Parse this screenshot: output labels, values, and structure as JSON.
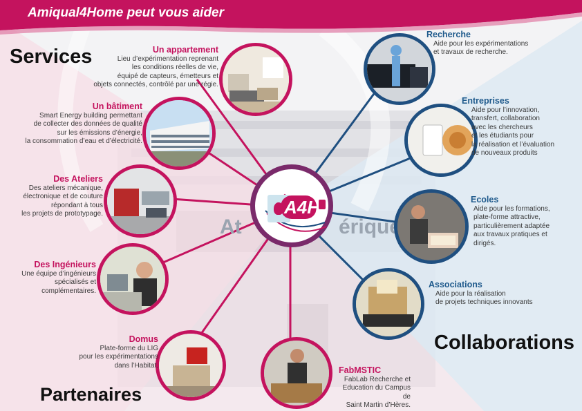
{
  "banner": {
    "title": "Amiqual4Home peut vous aider"
  },
  "sections": {
    "services": "Services",
    "collaborations": "Collaborations",
    "partenaires": "Partenaires"
  },
  "logo": {
    "text": "A4H"
  },
  "building_sign": {
    "left": "At",
    "right": "érique"
  },
  "services": [
    {
      "title": "Un appartement",
      "desc": "Lieu d’expérimentation reprenant\nles conditions réelles de vie,\néquipé de capteurs, émetteurs et\nobjets connectés, contrôlé par une régie."
    },
    {
      "title": "Un bâtiment",
      "desc": "Smart Energy building permettant\nde collecter des données de qualité\nsur les émissions d’énergie,\nla consommation d’eau et d’électricité."
    },
    {
      "title": "Des Ateliers",
      "desc": "Des ateliers mécanique,\nélectronique et de couture\nrépondant à tous\nles projets de prototypage."
    },
    {
      "title": "Des Ingénieurs",
      "desc": "Une équipe d’ingénieurs\nspécialisés et\ncomplémentaires."
    }
  ],
  "collaborations": [
    {
      "title": "Recherche",
      "desc": "Aide pour les expérimentations\net travaux de recherche."
    },
    {
      "title": "Entreprises",
      "desc": "Aide pour l’innovation,\ntransfert, collaboration\navec les chercheurs\net les étudiants pour\nla réalisation et l’évaluation\nde nouveaux produits"
    },
    {
      "title": "Ecoles",
      "desc": "Aide pour les formations,\nplate-forme attractive,\nparticulièrement adaptée\naux travaux pratiques et\ndirigés."
    },
    {
      "title": "Associations",
      "desc": "Aide pour la réalisation\nde projets techniques innovants"
    }
  ],
  "partenaires": [
    {
      "title": "Domus",
      "desc": "Plate-forme du LIG\npour les expérimentations\ndans l’Habitat."
    },
    {
      "title": "FabMSTIC",
      "desc": "FabLab Recherche et\nEducation du Campus de\nSaint Martin d’Hères."
    }
  ],
  "colors": {
    "magenta": "#c4135e",
    "blue": "#1f4f80",
    "pink_light": "#f7dde6",
    "blue_light": "#dde9f2",
    "hub_ring": "#7a2a6a"
  },
  "photos": [
    {
      "name": "apartment-photo",
      "icon": "living-room"
    },
    {
      "name": "building-photo",
      "icon": "building"
    },
    {
      "name": "workshop-photo",
      "icon": "workshop"
    },
    {
      "name": "engineers-photo",
      "icon": "engineer"
    },
    {
      "name": "research-photo",
      "icon": "mannequin-car"
    },
    {
      "name": "enterprises-photo",
      "icon": "device"
    },
    {
      "name": "schools-photo",
      "icon": "students"
    },
    {
      "name": "associations-photo",
      "icon": "electronics"
    },
    {
      "name": "domus-photo",
      "icon": "room"
    },
    {
      "name": "fabmstic-photo",
      "icon": "fablab"
    }
  ]
}
